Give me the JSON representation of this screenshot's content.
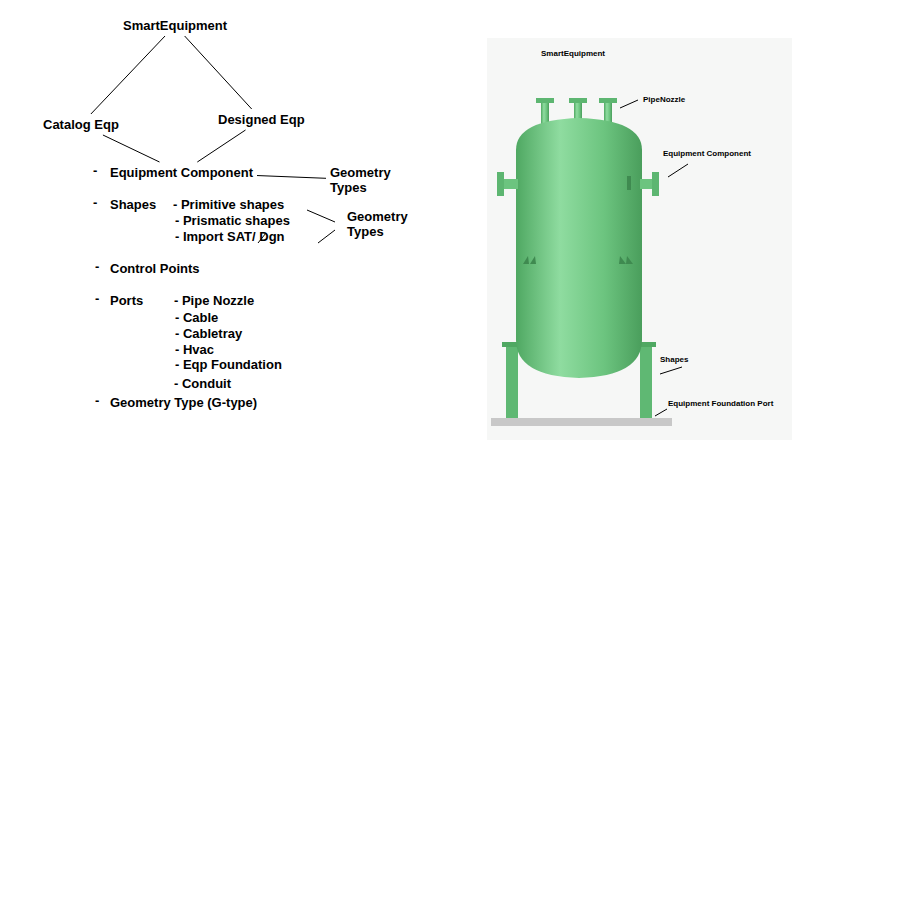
{
  "diagram": {
    "nodes": [
      {
        "text": [
          "SmartEquipment"
        ]
      },
      {
        "text": [
          "Catalog Eqp"
        ]
      },
      {
        "text": [
          "Designed Eqp"
        ]
      },
      {
        "text": [
          "Equipment Component"
        ]
      },
      {
        "text": [
          "Geometry Types"
        ]
      }
    ],
    "edges": [
      {
        "from": 0,
        "to": 1,
        "arrow": "none"
      },
      {
        "from": 0,
        "to": 2,
        "arrow": "none"
      },
      {
        "from": 1,
        "to": 3,
        "arrow": "none"
      },
      {
        "from": 2,
        "to": 3,
        "arrow": "none"
      },
      {
        "from": 3,
        "to": 4,
        "arrow": "none"
      }
    ],
    "labels": [
      "-",
      "-",
      "Shapes",
      "- Primitive shapes",
      "- Prismatic shapes",
      "- Import SAT/ Dgn",
      "Geometry Types",
      "-",
      "Control Points",
      "-",
      "Ports",
      "- Pipe Nozzle",
      "- Cable",
      "- Cabletray",
      "- Hvac",
      "- Eqp Foundation",
      "- Conduit",
      "-",
      "Geometry Type (G-type)",
      "SmartEquipment",
      "PipeNozzle",
      "Equipment Component",
      "Shapes",
      "Equipment Foundation Port"
    ]
  }
}
